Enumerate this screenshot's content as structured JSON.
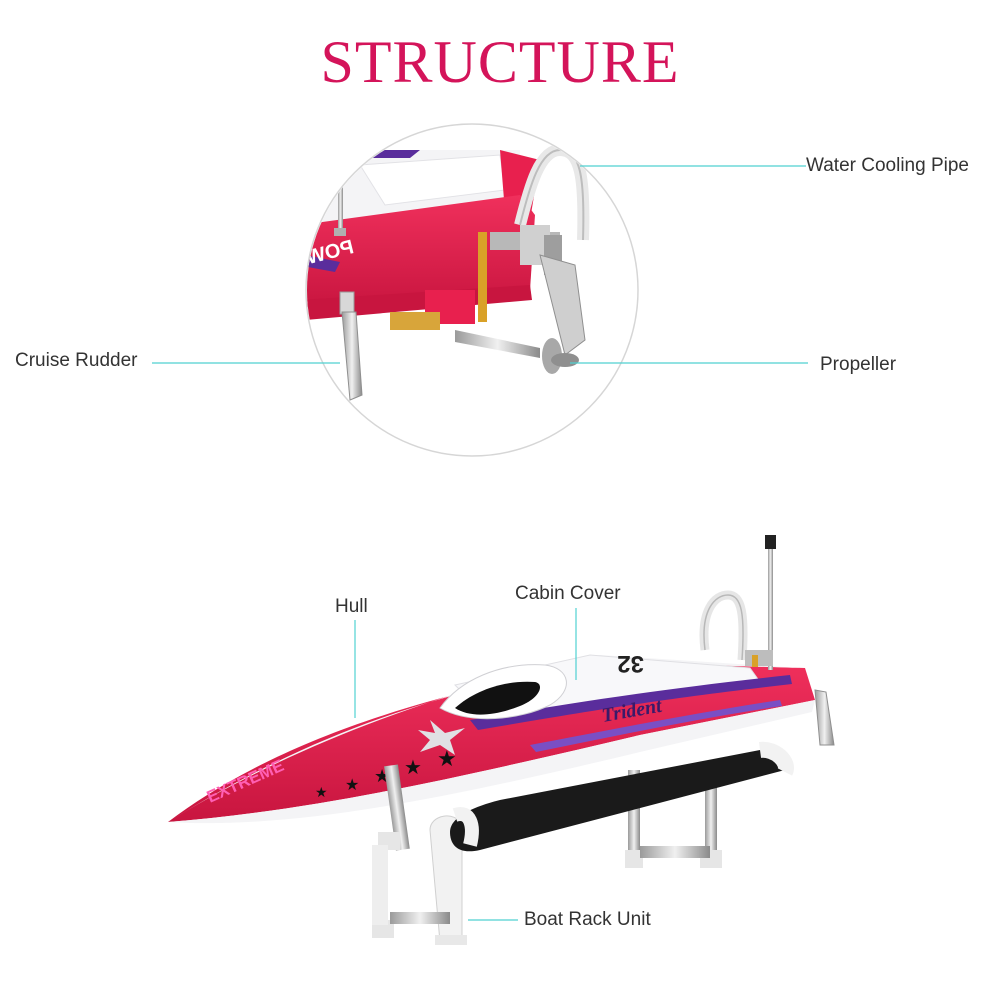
{
  "title": "STRUCTURE",
  "labels": {
    "water_cooling_pipe": "Water Cooling Pipe",
    "cruise_rudder": "Cruise Rudder",
    "propeller": "Propeller",
    "hull": "Hull",
    "cabin_cover": "Cabin Cover",
    "boat_rack_unit": "Boat Rack Unit"
  },
  "boat_decals": {
    "brand": "POWERBOAT",
    "extreme": "EXTREME",
    "model": "Trident",
    "number": "32"
  },
  "colors": {
    "title": "#d4145a",
    "leader_line": "#4fd1d1",
    "hull_red": "#e8204e",
    "deck_white": "#f4f4f6",
    "accent_purple": "#5a2d9c"
  }
}
